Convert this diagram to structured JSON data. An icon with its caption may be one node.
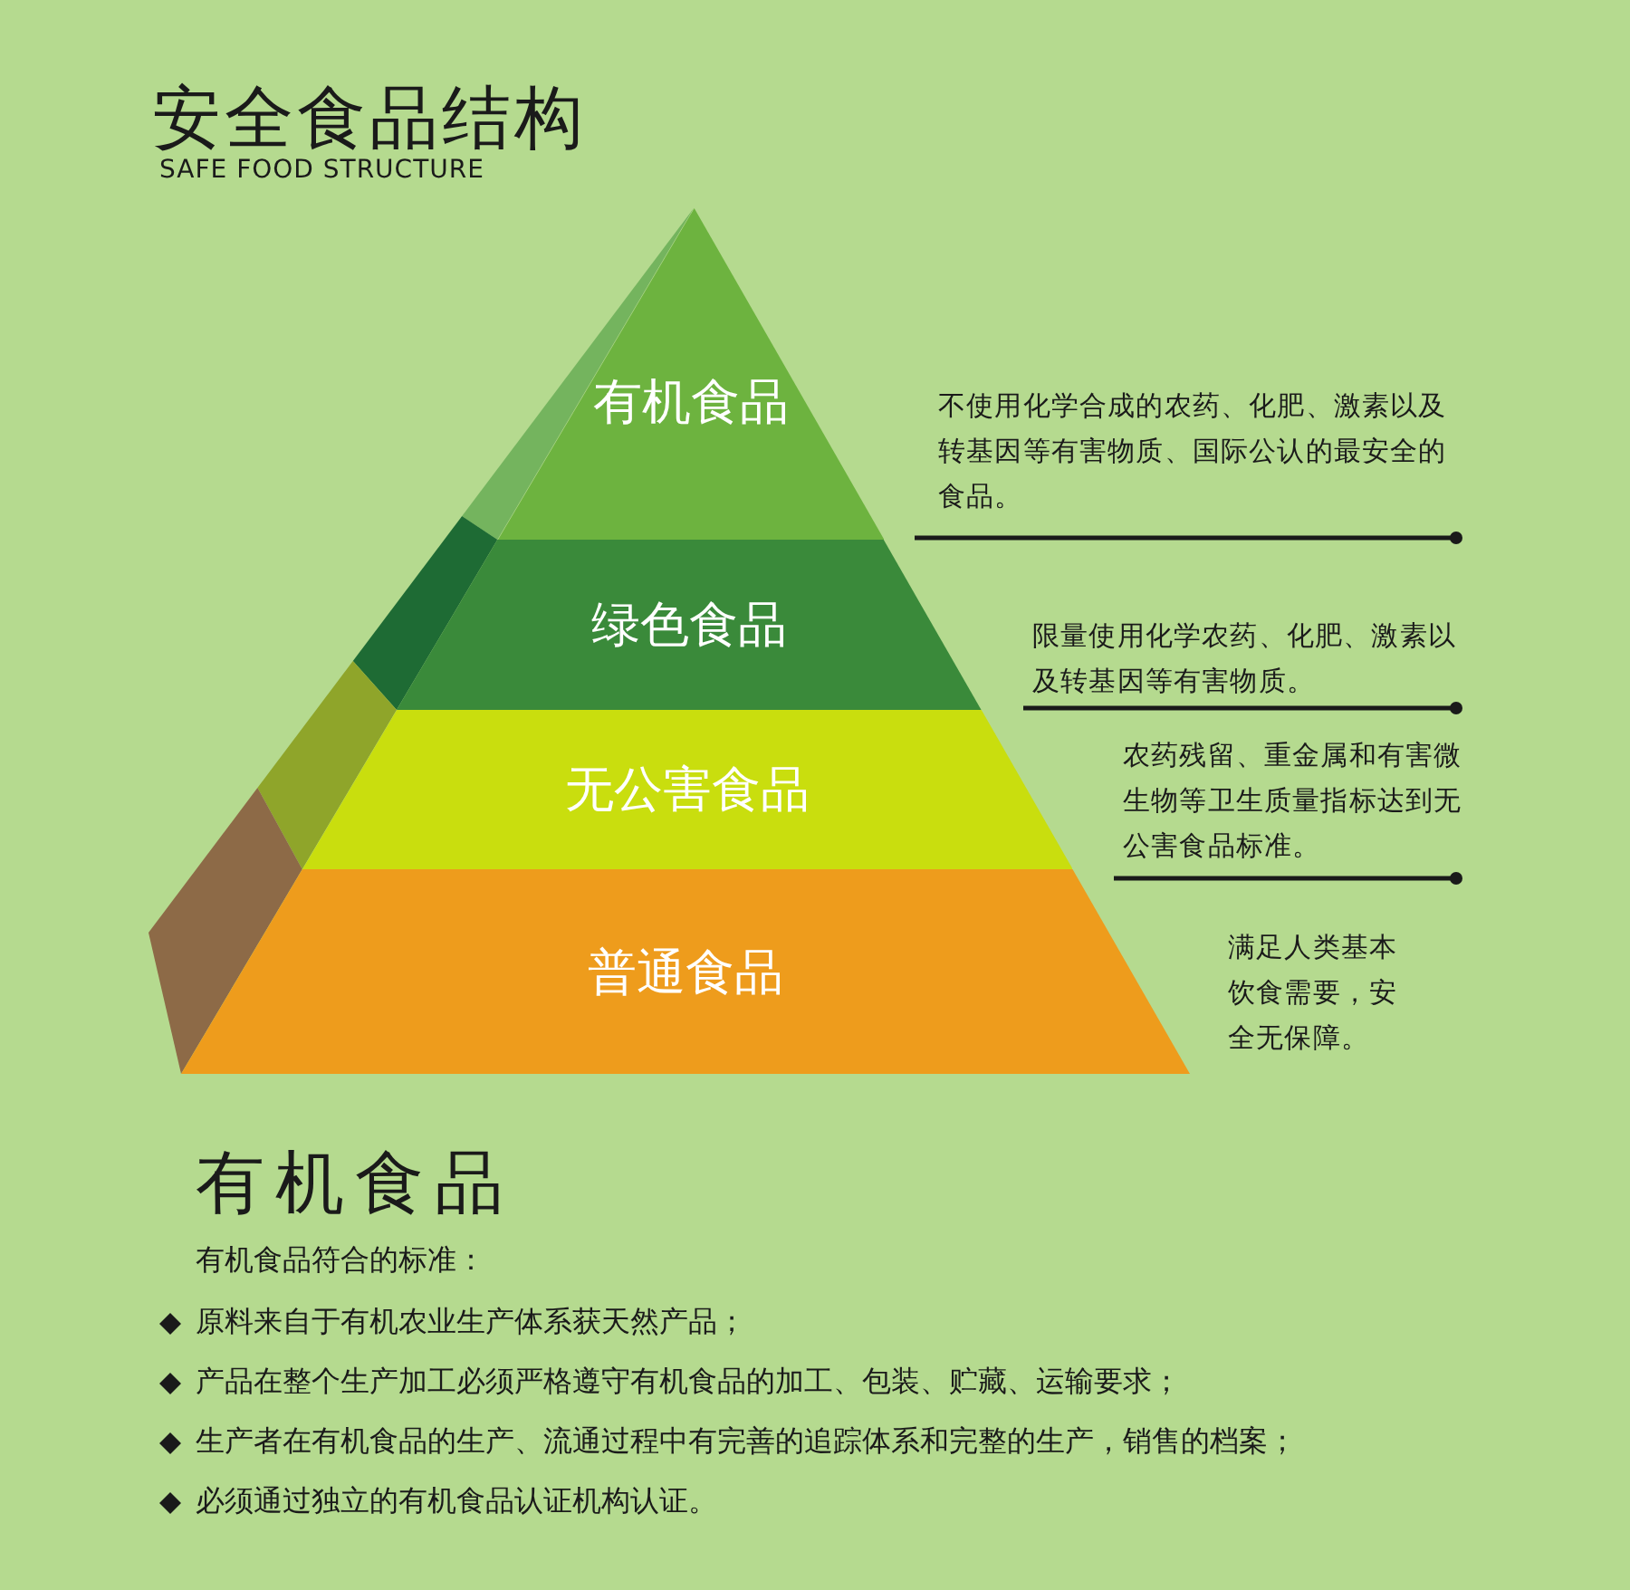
{
  "diagram": {
    "title": "安全食品结构",
    "nodes": [
      {
        "text": [
          "有机食品"
        ]
      },
      {
        "text": [
          "绿色食品"
        ]
      },
      {
        "text": [
          "无公害食品"
        ]
      },
      {
        "text": [
          "普通食品"
        ]
      }
    ],
    "labels": [
      "SAFE FOOD STRUCTURE",
      "不使用化学合成的农药、化肥、激素以及转基因等有害物质、国际公认的最安全的食品。",
      "限量使用化学农药、化肥、激素以及转基因等有害物质。",
      "农药残留、重金属和有害微生物等卫生质量指标达到无公害食品标准。",
      "满足人类基本饮食需要，安全无保障。",
      "有机食品",
      "有机食品符合的标准：",
      "原料来自于有机农业生产体系获天然产品；",
      "产品在整个生产加工必须严格遵守有机食品的加工、包装、贮藏、运输要求；",
      "生产者在有机食品的生产、流通过程中有完善的追踪体系和完整的生产，销售的档案；",
      "必须通过独立的有机食品认证机构认证。"
    ]
  }
}
